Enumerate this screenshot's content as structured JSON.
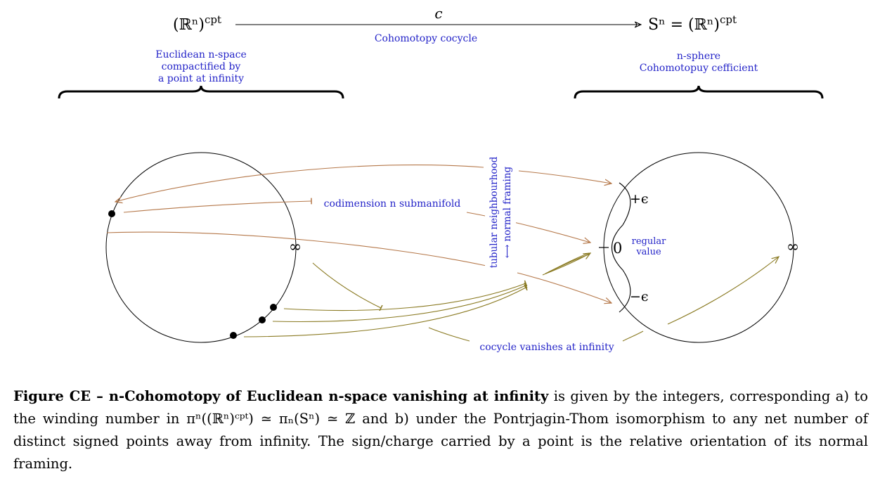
{
  "top_row": {
    "left_space": "(ℝⁿ)",
    "left_space_sup": "cpt",
    "arrow_label": "c",
    "arrow_sublabel": "Cohomotopy cocycle",
    "right_space": "Sⁿ = (ℝⁿ)",
    "right_space_sup": "cpt"
  },
  "left_annotation": [
    "Euclidean n-space",
    "compactified by",
    "a point at infinity"
  ],
  "right_annotation": [
    "n-sphere",
    "Cohomotopuy cefficient"
  ],
  "labels": {
    "infinity_left": "∞",
    "infinity_right": "∞",
    "plus_eps": "+ϵ",
    "minus_eps": "−ϵ",
    "zero": "0",
    "regular_value": [
      "regular",
      "value"
    ],
    "submanifold": "codimension n submanifold",
    "tubular": "tubular neighbourhood",
    "normal_framing": "⟷ normal framing",
    "vanishes": "cocycle vanishes at infinity"
  },
  "caption": {
    "title": "Figure CE – n-Cohomotopy of Euclidean n-space vanishing at infinity",
    "body": " is given by the integers, corresponding a) to the winding number in πⁿ((ℝⁿ)ᶜᵖᵗ) ≃ πₙ(Sⁿ) ≃ ℤ and b) under the Pontrjagin-Thom isomorphism to any net number of distinct signed points away from infinity. The sign/charge carried by a point is the relative orientation of its normal framing."
  },
  "colors": {
    "annotation_text": "#2323c8",
    "framing_arrows": "#b5784a",
    "vanishing_arrows": "#8a7a22"
  }
}
